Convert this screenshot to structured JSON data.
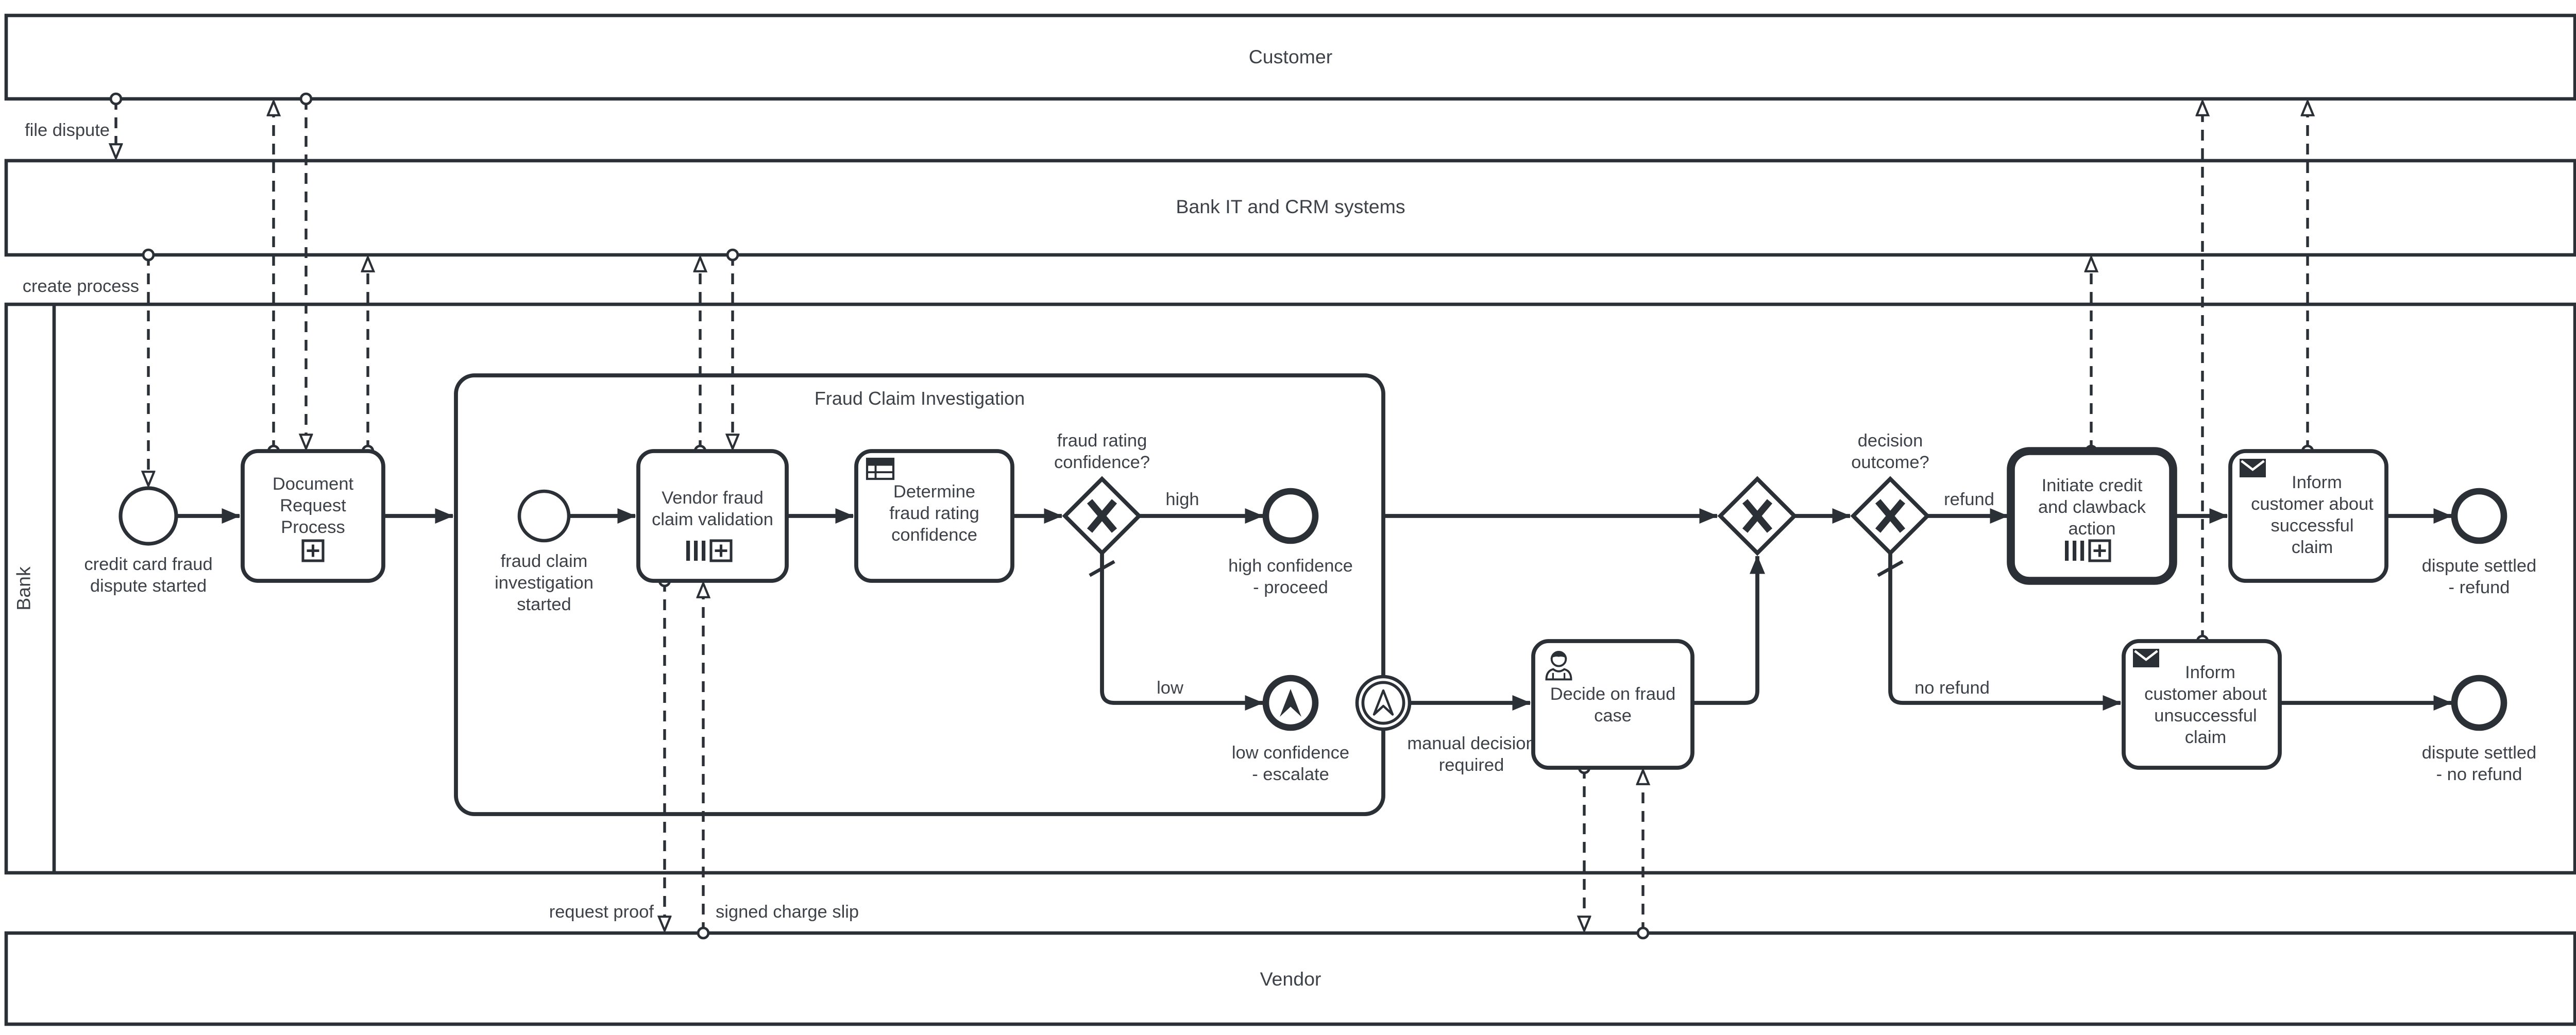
{
  "title": "credit card fraud dispute BPMN collaboration diagram",
  "colors": {
    "line": "#2b2f36",
    "text": "#3d4249",
    "shape_fill": "#ffffff",
    "background": "#ffffff"
  },
  "pools": {
    "customer": {
      "label": "Customer"
    },
    "bank_it": {
      "label": "Bank IT and CRM systems"
    },
    "bank": {
      "label": "Bank"
    },
    "vendor": {
      "label": "Vendor"
    }
  },
  "nodes": {
    "start_dispute": {
      "lines": [
        "credit card fraud",
        "dispute started"
      ]
    },
    "doc_request": {
      "lines": [
        "Document",
        "Request",
        "Process"
      ]
    },
    "fraud_claim_investigation": {
      "label": "Fraud Claim Investigation"
    },
    "start_investigation": {
      "lines": [
        "fraud claim",
        "investigation",
        "started"
      ]
    },
    "vendor_validation": {
      "lines": [
        "Vendor fraud",
        "claim validation"
      ]
    },
    "determine_rating": {
      "lines": [
        "Determine",
        "fraud rating",
        "confidence"
      ]
    },
    "gw_rating": {
      "lines": [
        "fraud rating",
        "confidence?"
      ]
    },
    "end_high": {
      "lines": [
        "high confidence",
        "- proceed"
      ]
    },
    "end_low": {
      "lines": [
        "low confidence",
        "- escalate"
      ]
    },
    "boundary_escalation": {
      "lines": [
        "manual decision",
        "required"
      ]
    },
    "decide_fraud": {
      "lines": [
        "Decide on fraud",
        "case"
      ]
    },
    "gw_outcome": {
      "lines": [
        "decision",
        "outcome?"
      ]
    },
    "initiate_credit": {
      "lines": [
        "Initiate credit",
        "and clawback",
        "action"
      ]
    },
    "inform_success": {
      "lines": [
        "Inform",
        "customer about",
        "successful",
        "claim"
      ]
    },
    "end_refund": {
      "lines": [
        "dispute settled",
        "- refund"
      ]
    },
    "inform_unsuccess": {
      "lines": [
        "Inform",
        "customer about",
        "unsuccessful",
        "claim"
      ]
    },
    "end_norefund": {
      "lines": [
        "dispute settled",
        "- no refund"
      ]
    }
  },
  "flows": {
    "high": "high",
    "low": "low",
    "refund": "refund",
    "no_refund": "no refund",
    "file_dispute": "file dispute",
    "create_process": "create process",
    "request_proof": "request proof",
    "signed_charge_slip": "signed charge slip"
  }
}
